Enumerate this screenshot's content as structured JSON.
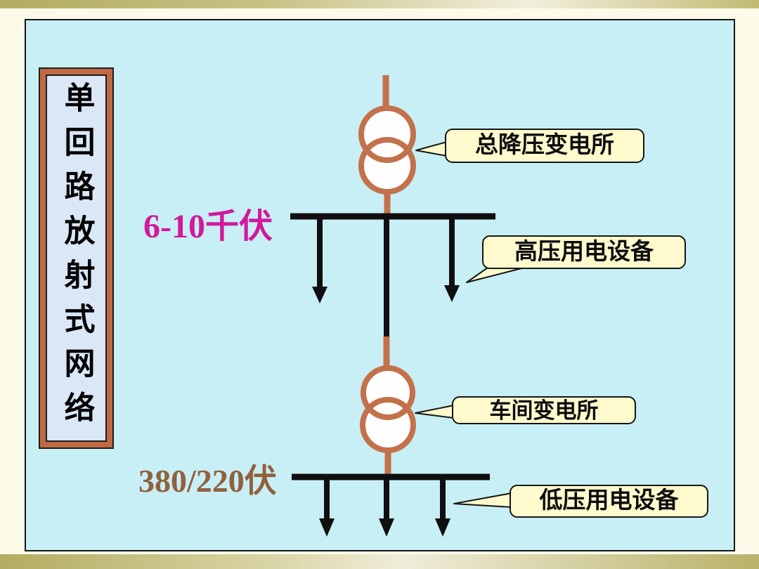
{
  "slide": {
    "title_vertical": "单回路放射式网络",
    "voltage_labels": {
      "high": "6-10千伏",
      "low": "380/220伏"
    },
    "callouts": [
      {
        "label": "总降压变电所"
      },
      {
        "label": "高压用电设备"
      },
      {
        "label": "车间变电所"
      },
      {
        "label": "低压用电设备"
      }
    ],
    "diagram": {
      "symbols": [
        {
          "name": "transformer-symbol-main",
          "type": "two-winding transformer (double circle)"
        },
        {
          "name": "transformer-symbol-workshop",
          "type": "two-winding transformer (double circle)"
        }
      ],
      "colors": {
        "slide_background": "#C8EFF5",
        "feeder_line_brown": "#C3714A",
        "bus_and_arrow_black": "#0F0F0F",
        "callout_background": "#FEFACD",
        "hv_label_magenta": "#D2199C",
        "lv_label_brown": "#91613C",
        "title_frame_brown": "#C06A43",
        "title_fill_blue": "#D9E7F7",
        "outer_frame_khaki": "#B3AC62",
        "page_background": "#FCFAE8"
      }
    }
  }
}
